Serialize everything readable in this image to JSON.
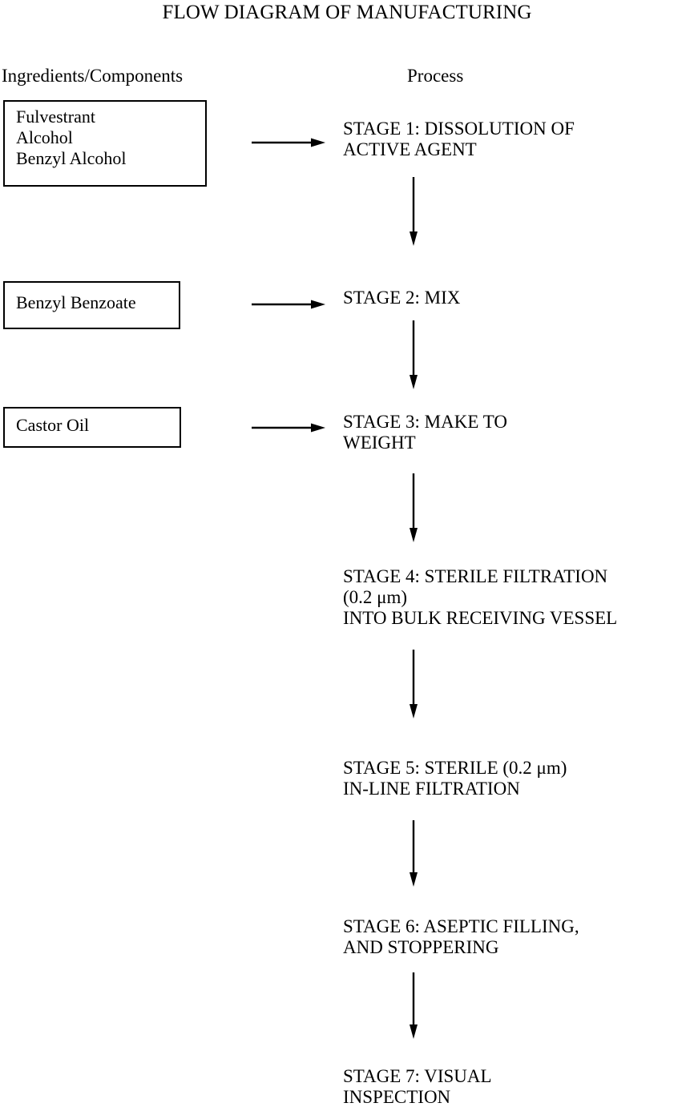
{
  "title": "FLOW DIAGRAM OF MANUFACTURING",
  "columns": {
    "ingredients_heading": "Ingredients/Components",
    "process_heading": "Process"
  },
  "ingredient_boxes": [
    {
      "id": "box-1",
      "lines": [
        "Fulvestrant",
        "Alcohol",
        "Benzyl Alcohol"
      ],
      "line1": "Fulvestrant",
      "line2": "Alcohol",
      "line3": "Benzyl Alcohol"
    },
    {
      "id": "box-2",
      "lines": [
        "Benzyl Benzoate"
      ],
      "line1": "Benzyl Benzoate"
    },
    {
      "id": "box-3",
      "lines": [
        "Castor Oil"
      ],
      "line1": "Castor Oil"
    }
  ],
  "stages": [
    {
      "number": 1,
      "lines": [
        "STAGE 1: DISSOLUTION OF",
        "ACTIVE AGENT"
      ],
      "line1": "STAGE 1: DISSOLUTION OF",
      "line2": "ACTIVE AGENT"
    },
    {
      "number": 2,
      "lines": [
        "STAGE 2: MIX"
      ],
      "line1": "STAGE 2: MIX"
    },
    {
      "number": 3,
      "lines": [
        "STAGE 3: MAKE TO",
        "WEIGHT"
      ],
      "line1": "STAGE 3: MAKE TO",
      "line2": "WEIGHT"
    },
    {
      "number": 4,
      "lines": [
        "STAGE 4: STERILE FILTRATION",
        "(0.2 μm)",
        "INTO BULK RECEIVING VESSEL"
      ],
      "line1": "STAGE 4: STERILE FILTRATION",
      "line2": "(0.2 μm)",
      "line3": "INTO BULK RECEIVING VESSEL"
    },
    {
      "number": 5,
      "lines": [
        "STAGE 5: STERILE (0.2 μm)",
        "IN-LINE FILTRATION"
      ],
      "line1": "STAGE 5: STERILE (0.2 μm)",
      "line2": "IN-LINE FILTRATION"
    },
    {
      "number": 6,
      "lines": [
        "STAGE 6: ASEPTIC FILLING,",
        "AND STOPPERING"
      ],
      "line1": "STAGE 6: ASEPTIC FILLING,",
      "line2": "AND STOPPERING"
    },
    {
      "number": 7,
      "lines": [
        "STAGE 7: VISUAL",
        "INSPECTION"
      ],
      "line1": "STAGE 7: VISUAL",
      "line2": "INSPECTION"
    }
  ],
  "connectors": {
    "horizontal": [
      {
        "from": "box-1",
        "to": "stage-1"
      },
      {
        "from": "box-2",
        "to": "stage-2"
      },
      {
        "from": "box-3",
        "to": "stage-3"
      }
    ],
    "vertical": [
      {
        "from": "stage-1",
        "to": "stage-2"
      },
      {
        "from": "stage-2",
        "to": "stage-3"
      },
      {
        "from": "stage-3",
        "to": "stage-4"
      },
      {
        "from": "stage-4",
        "to": "stage-5"
      },
      {
        "from": "stage-5",
        "to": "stage-6"
      },
      {
        "from": "stage-6",
        "to": "stage-7"
      }
    ]
  },
  "colors": {
    "background": "#ffffff",
    "ink": "#000000",
    "box_border": "#000000"
  }
}
